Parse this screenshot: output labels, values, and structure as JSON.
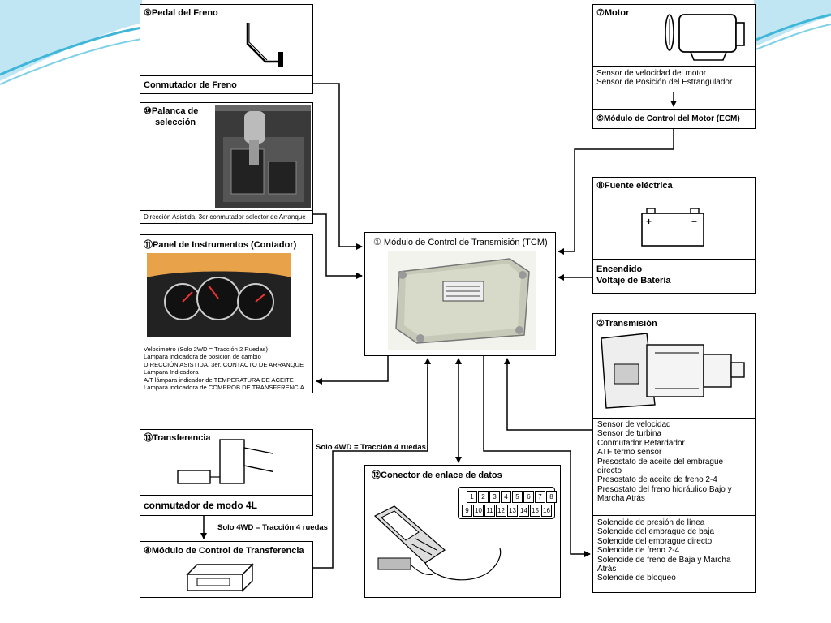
{
  "colors": {
    "accent": "#3fb6d8",
    "line": "#000000"
  },
  "brake": {
    "title": "⑨Pedal del Freno",
    "label": "Conmutador de Freno"
  },
  "selector": {
    "title_line1": "⑩Palanca de",
    "title_line2": "selección",
    "caption": "Dirección Asistida, 3er conmutador selector de Arranque"
  },
  "instruments": {
    "title": "⑪Panel de Instrumentos (Contador)",
    "text": "Velocimetro (Solo 2WD = Tracción 2 Ruedas)\nLámpara indicadora de posición de cambio\nDIRECCIÓN ASISTIDA, 3er. CONTACTO DE ARRANQUE\nLámpara Indicadora\nA/T lámpara indicador de TEMPERATURA DE ACEITE\nLámpara indicadora de COMPROB DE TRANSFERENCIA"
  },
  "transfer": {
    "title": "⑬Transferencia",
    "label": "conmutador de modo 4L"
  },
  "transfer_module": {
    "title": "④Módulo de Control de Transferencia"
  },
  "tcm": {
    "title": "① Módulo de Control de Transmisión (TCM)"
  },
  "notes": {
    "solo4wd_top": "Solo 4WD = Tracción 4 ruedas",
    "solo4wd_bottom": "Solo 4WD = Tracción 4 ruedas"
  },
  "dlc": {
    "title": "⑫Conector de enlace de datos",
    "pins_top": [
      "1",
      "2",
      "3",
      "4",
      "5",
      "6",
      "7",
      "8"
    ],
    "pins_bottom": [
      "9",
      "10",
      "11",
      "12",
      "13",
      "14",
      "15",
      "16"
    ]
  },
  "motor": {
    "title": "⑦Motor",
    "text": "Sensor de velocidad del motor\nSensor de Posición del Estrangulador",
    "ecm": "⑤Módulo de Control del Motor (ECM)"
  },
  "power": {
    "title": "⑧Fuente eléctrica",
    "plus": "+",
    "minus": "−",
    "text": "Encendido\nVoltaje de Batería"
  },
  "transmission": {
    "title": "②Transmisión",
    "sensors": "Sensor de velocidad\nSensor de turbina\nConmutador Retardador\nATF termo sensor\nPresostato de aceite del embrague\ndirecto\nPresostato de aceite de freno 2-4\nPresostato del freno hidráulico Bajo y\nMarcha Atrás",
    "solenoids": "Solenoide de presión de línea\nSolenoide del embrague de baja\nSolenoide del embrague directo\nSolenoide de freno 2-4\nSolenoide de freno de Baja y Marcha\nAtrás\nSolenoide de bloqueo"
  }
}
